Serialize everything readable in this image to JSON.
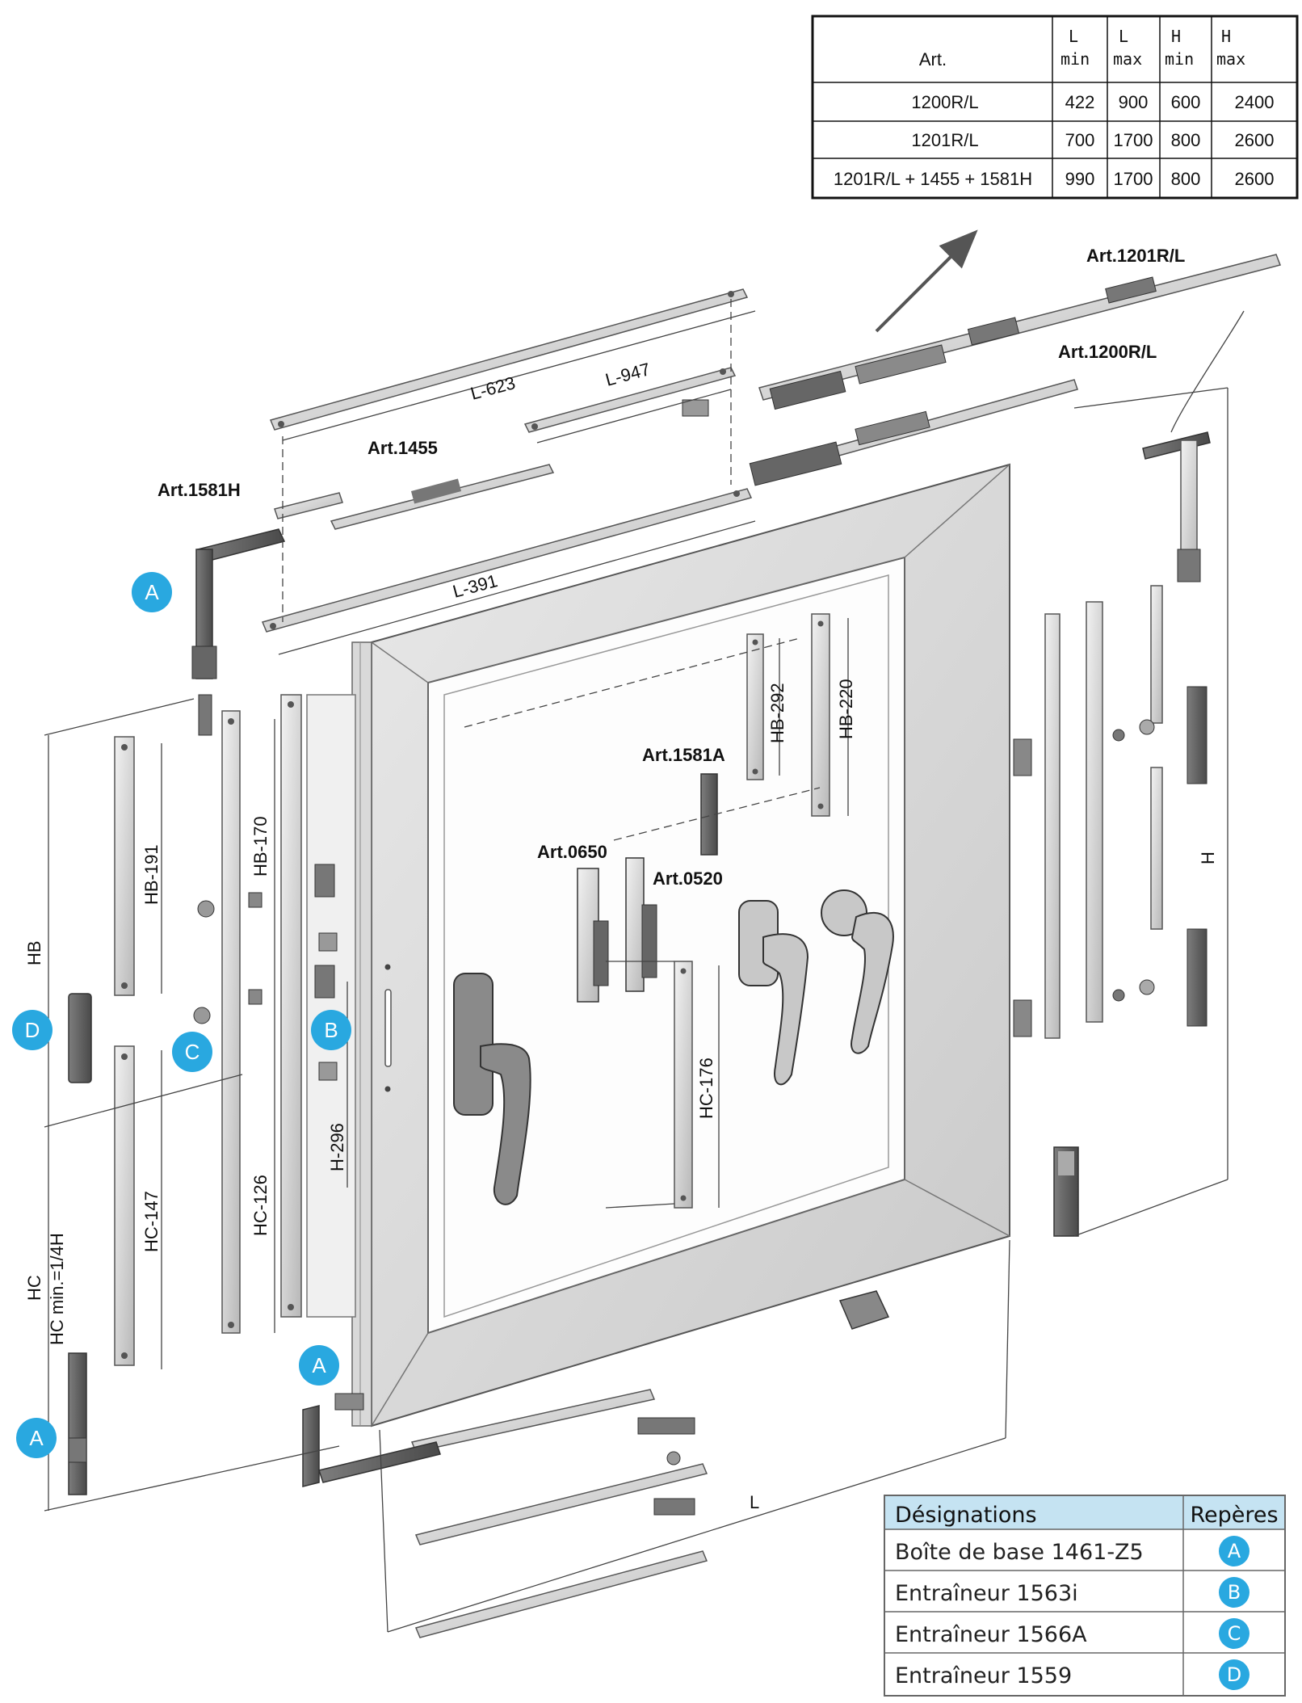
{
  "spec_table": {
    "headers": {
      "art": "Art.",
      "l_min": [
        "L",
        "min"
      ],
      "l_max": [
        "L",
        "max"
      ],
      "h_min": [
        "H",
        "min"
      ],
      "h_max": [
        "H",
        "max"
      ]
    },
    "rows": [
      {
        "art": "1200R/L",
        "l_min": "422",
        "l_max": "900",
        "h_min": "600",
        "h_max": "2400"
      },
      {
        "art": "1201R/L",
        "l_min": "700",
        "l_max": "1700",
        "h_min": "800",
        "h_max": "2600"
      },
      {
        "art": "1201R/L + 1455 + 1581H",
        "l_min": "990",
        "l_max": "1700",
        "h_min": "800",
        "h_max": "2600"
      }
    ]
  },
  "part_labels": {
    "art_1201": "Art.1201R/L",
    "art_1200": "Art.1200R/L",
    "art_1455": "Art.1455",
    "art_1581h": "Art.1581H",
    "art_1581a": "Art.1581A",
    "art_0650": "Art.0650",
    "art_0520": "Art.0520"
  },
  "dimension_labels": {
    "l623": "L-623",
    "l947": "L-947",
    "l391": "L-391",
    "hb191": "HB-191",
    "hb170": "HB-170",
    "hb292": "HB-292",
    "hb220": "HB-220",
    "hc147": "HC-147",
    "hc126": "HC-126",
    "hc176": "HC-176",
    "h296": "H-296",
    "hb": "HB",
    "hc": "HC",
    "hc_min": "HC min.=1/4H",
    "h": "H",
    "l": "L"
  },
  "markers": {
    "a": "A",
    "b": "B",
    "c": "C",
    "d": "D"
  },
  "marker_color": "#29a8e0",
  "legend": {
    "header_bg": "#c5e3f2",
    "headers": {
      "designation": "Désignations",
      "repere": "Repères"
    },
    "rows": [
      {
        "designation": "Boîte de base 1461-Z5",
        "repere": "A"
      },
      {
        "designation": "Entraîneur 1563i",
        "repere": "B"
      },
      {
        "designation": "Entraîneur 1566A",
        "repere": "C"
      },
      {
        "designation": "Entraîneur 1559",
        "repere": "D"
      }
    ]
  }
}
